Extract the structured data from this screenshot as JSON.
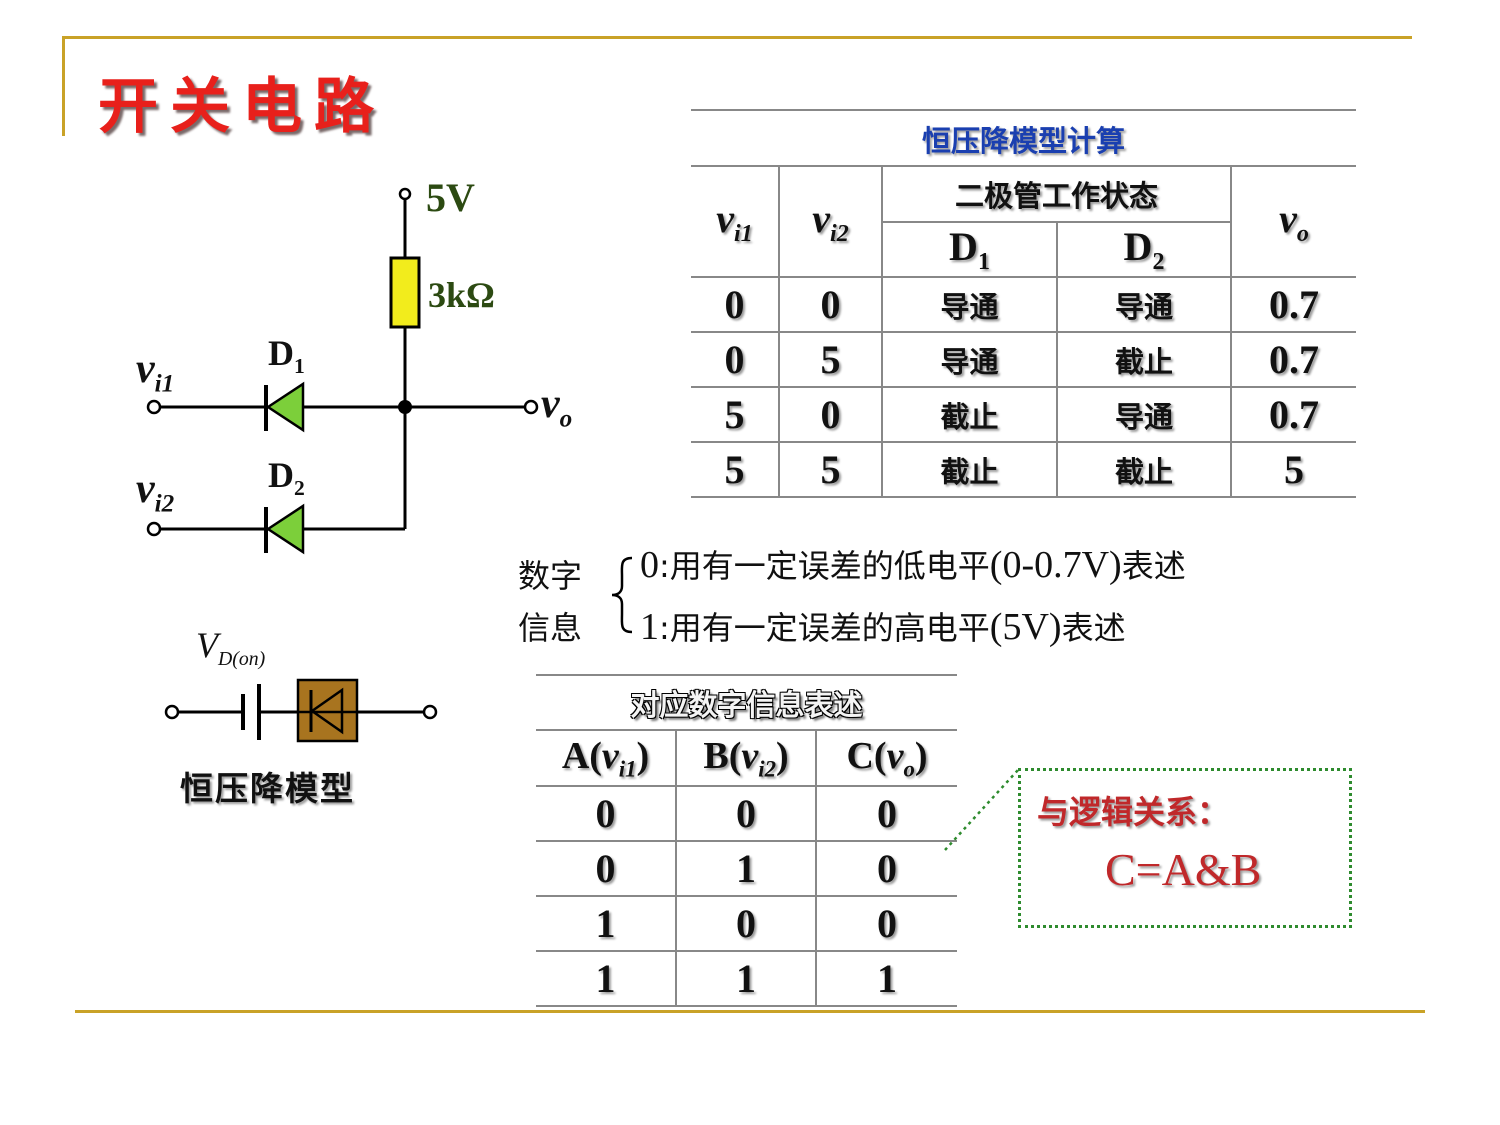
{
  "slide": {
    "title": "开关电路"
  },
  "circuit": {
    "supply_label": "5V",
    "resistor_label": "3kΩ",
    "d1_label": "D",
    "d1_sub": "1",
    "d2_label": "D",
    "d2_sub": "2",
    "vi1_label": "v",
    "vi1_sub": "i1",
    "vi2_label": "v",
    "vi2_sub": "i2",
    "vo_label": "v",
    "vo_sub": "o"
  },
  "model": {
    "v_label": "V",
    "v_sub": "D(on)",
    "caption": "恒压降模型"
  },
  "table1": {
    "caption": "恒压降模型计算",
    "header": {
      "vi1": "v",
      "vi1_sub": "i1",
      "vi2": "v",
      "vi2_sub": "i2",
      "state": "二极管工作状态",
      "d1": "D",
      "d1_sub": "1",
      "d2": "D",
      "d2_sub": "2",
      "vo": "v",
      "vo_sub": "o"
    },
    "rows": [
      {
        "vi1": "0",
        "vi2": "0",
        "d1": "导通",
        "d2": "导通",
        "vo": "0.7"
      },
      {
        "vi1": "0",
        "vi2": "5",
        "d1": "导通",
        "d2": "截止",
        "vo": "0.7"
      },
      {
        "vi1": "5",
        "vi2": "0",
        "d1": "截止",
        "d2": "导通",
        "vo": "0.7"
      },
      {
        "vi1": "5",
        "vi2": "5",
        "d1": "截止",
        "d2": "截止",
        "vo": "5"
      }
    ]
  },
  "digital_info": {
    "label_line1": "数字",
    "label_line2": "信息",
    "line0_num": "0",
    "line0_a": ":用有一定误差的低电平",
    "line0_b": "(0-0.7V)",
    "line0_c": "表述",
    "line1_num": "1",
    "line1_a": ":用有一定误差的高电平",
    "line1_b": "(5V)",
    "line1_c": "表述"
  },
  "table2": {
    "caption": "对应数字信息表述",
    "header": {
      "a": "A(",
      "a_v": "v",
      "a_sub": "i1",
      "a_end": ")",
      "b": "B(",
      "b_v": "v",
      "b_sub": "i2",
      "b_end": ")",
      "c": "C(",
      "c_v": "v",
      "c_sub": "o",
      "c_end": ")"
    },
    "rows": [
      {
        "a": "0",
        "b": "0",
        "c": "0"
      },
      {
        "a": "0",
        "b": "1",
        "c": "0"
      },
      {
        "a": "1",
        "b": "0",
        "c": "0"
      },
      {
        "a": "1",
        "b": "1",
        "c": "1"
      }
    ]
  },
  "logic_box": {
    "title": "与逻辑关系：",
    "formula": "C=A&B"
  },
  "colors": {
    "accent_gold": "#c9a227",
    "title_red": "#e8201b",
    "caption_blue": "#1a3fb0",
    "diode_green": "#7ccf3a",
    "resistor_yellow": "#f2ec1c",
    "label_green": "#2c4a12",
    "model_brown": "#a8741f",
    "logic_red": "#c0282a",
    "box_green": "#2e8b2e"
  }
}
